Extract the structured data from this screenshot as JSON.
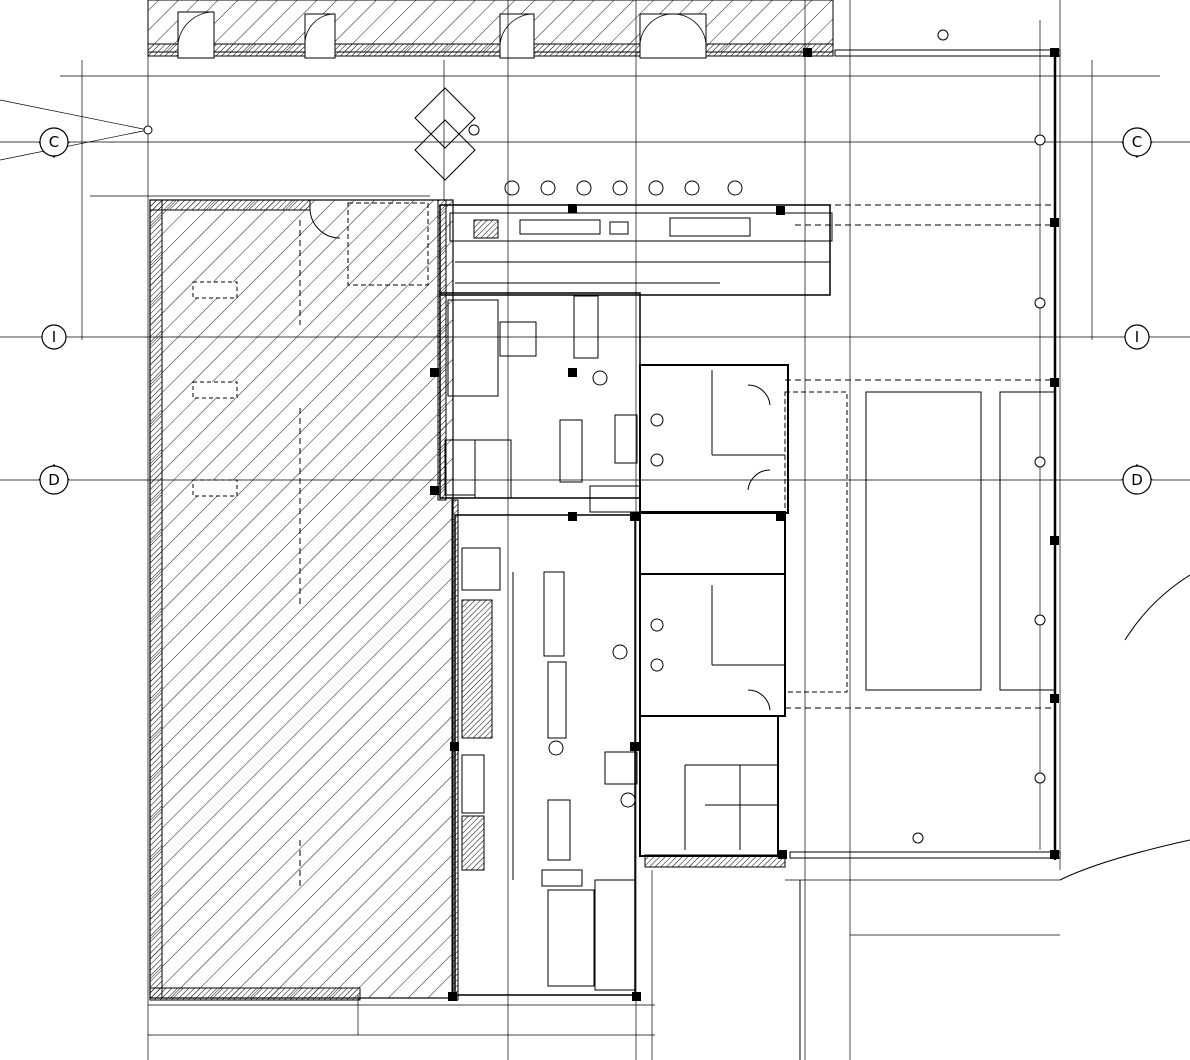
{
  "drawing": {
    "grid_lines": [
      {
        "id": "C",
        "label": "C"
      },
      {
        "id": "I",
        "label": "I"
      },
      {
        "id": "D",
        "label": "D"
      }
    ]
  },
  "colors": {
    "line": "#000000",
    "background": "#ffffff"
  }
}
